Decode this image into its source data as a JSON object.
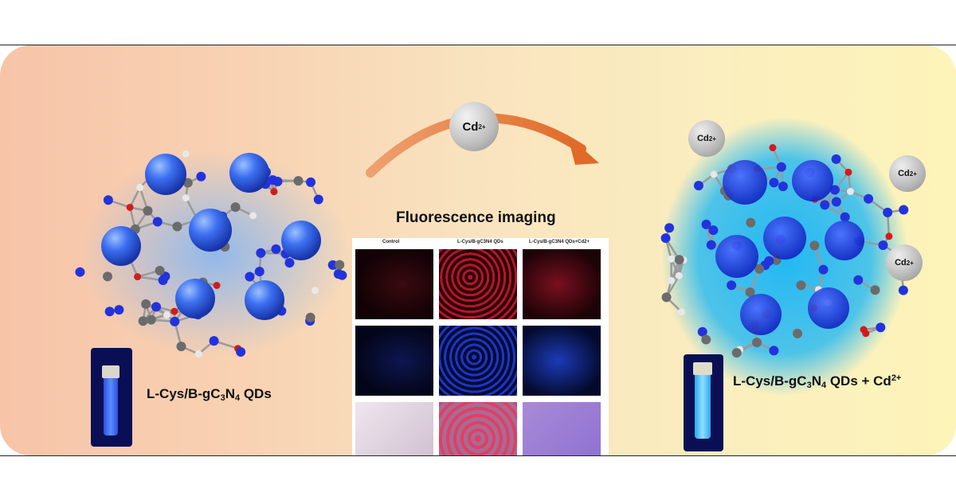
{
  "left_label": {
    "pre": "L-Cys/B-gC",
    "sub1": "3",
    "mid": "N",
    "sub2": "4",
    "post": " QDs"
  },
  "right_label": {
    "pre": "L-Cys/B-gC",
    "sub1": "3",
    "mid": "N",
    "sub2": "4",
    "post": " QDs + Cd",
    "sup": "2+"
  },
  "imaging_title": "Fluorescence imaging",
  "cd_ion": {
    "base": "Cd",
    "charge": "2+"
  },
  "grid": {
    "headers": [
      "Control",
      "L-Cys/B-gC3N4 QDs",
      "L-Cys/B-gC3N4 QDs+Cd2+"
    ],
    "rows": [
      "red-channel",
      "blue-channel",
      "bright-field-merge"
    ]
  },
  "colors": {
    "accent_arrow": "#e8783a",
    "qd_blue": "#2f5fe0",
    "glow": "#2fb6f0"
  }
}
